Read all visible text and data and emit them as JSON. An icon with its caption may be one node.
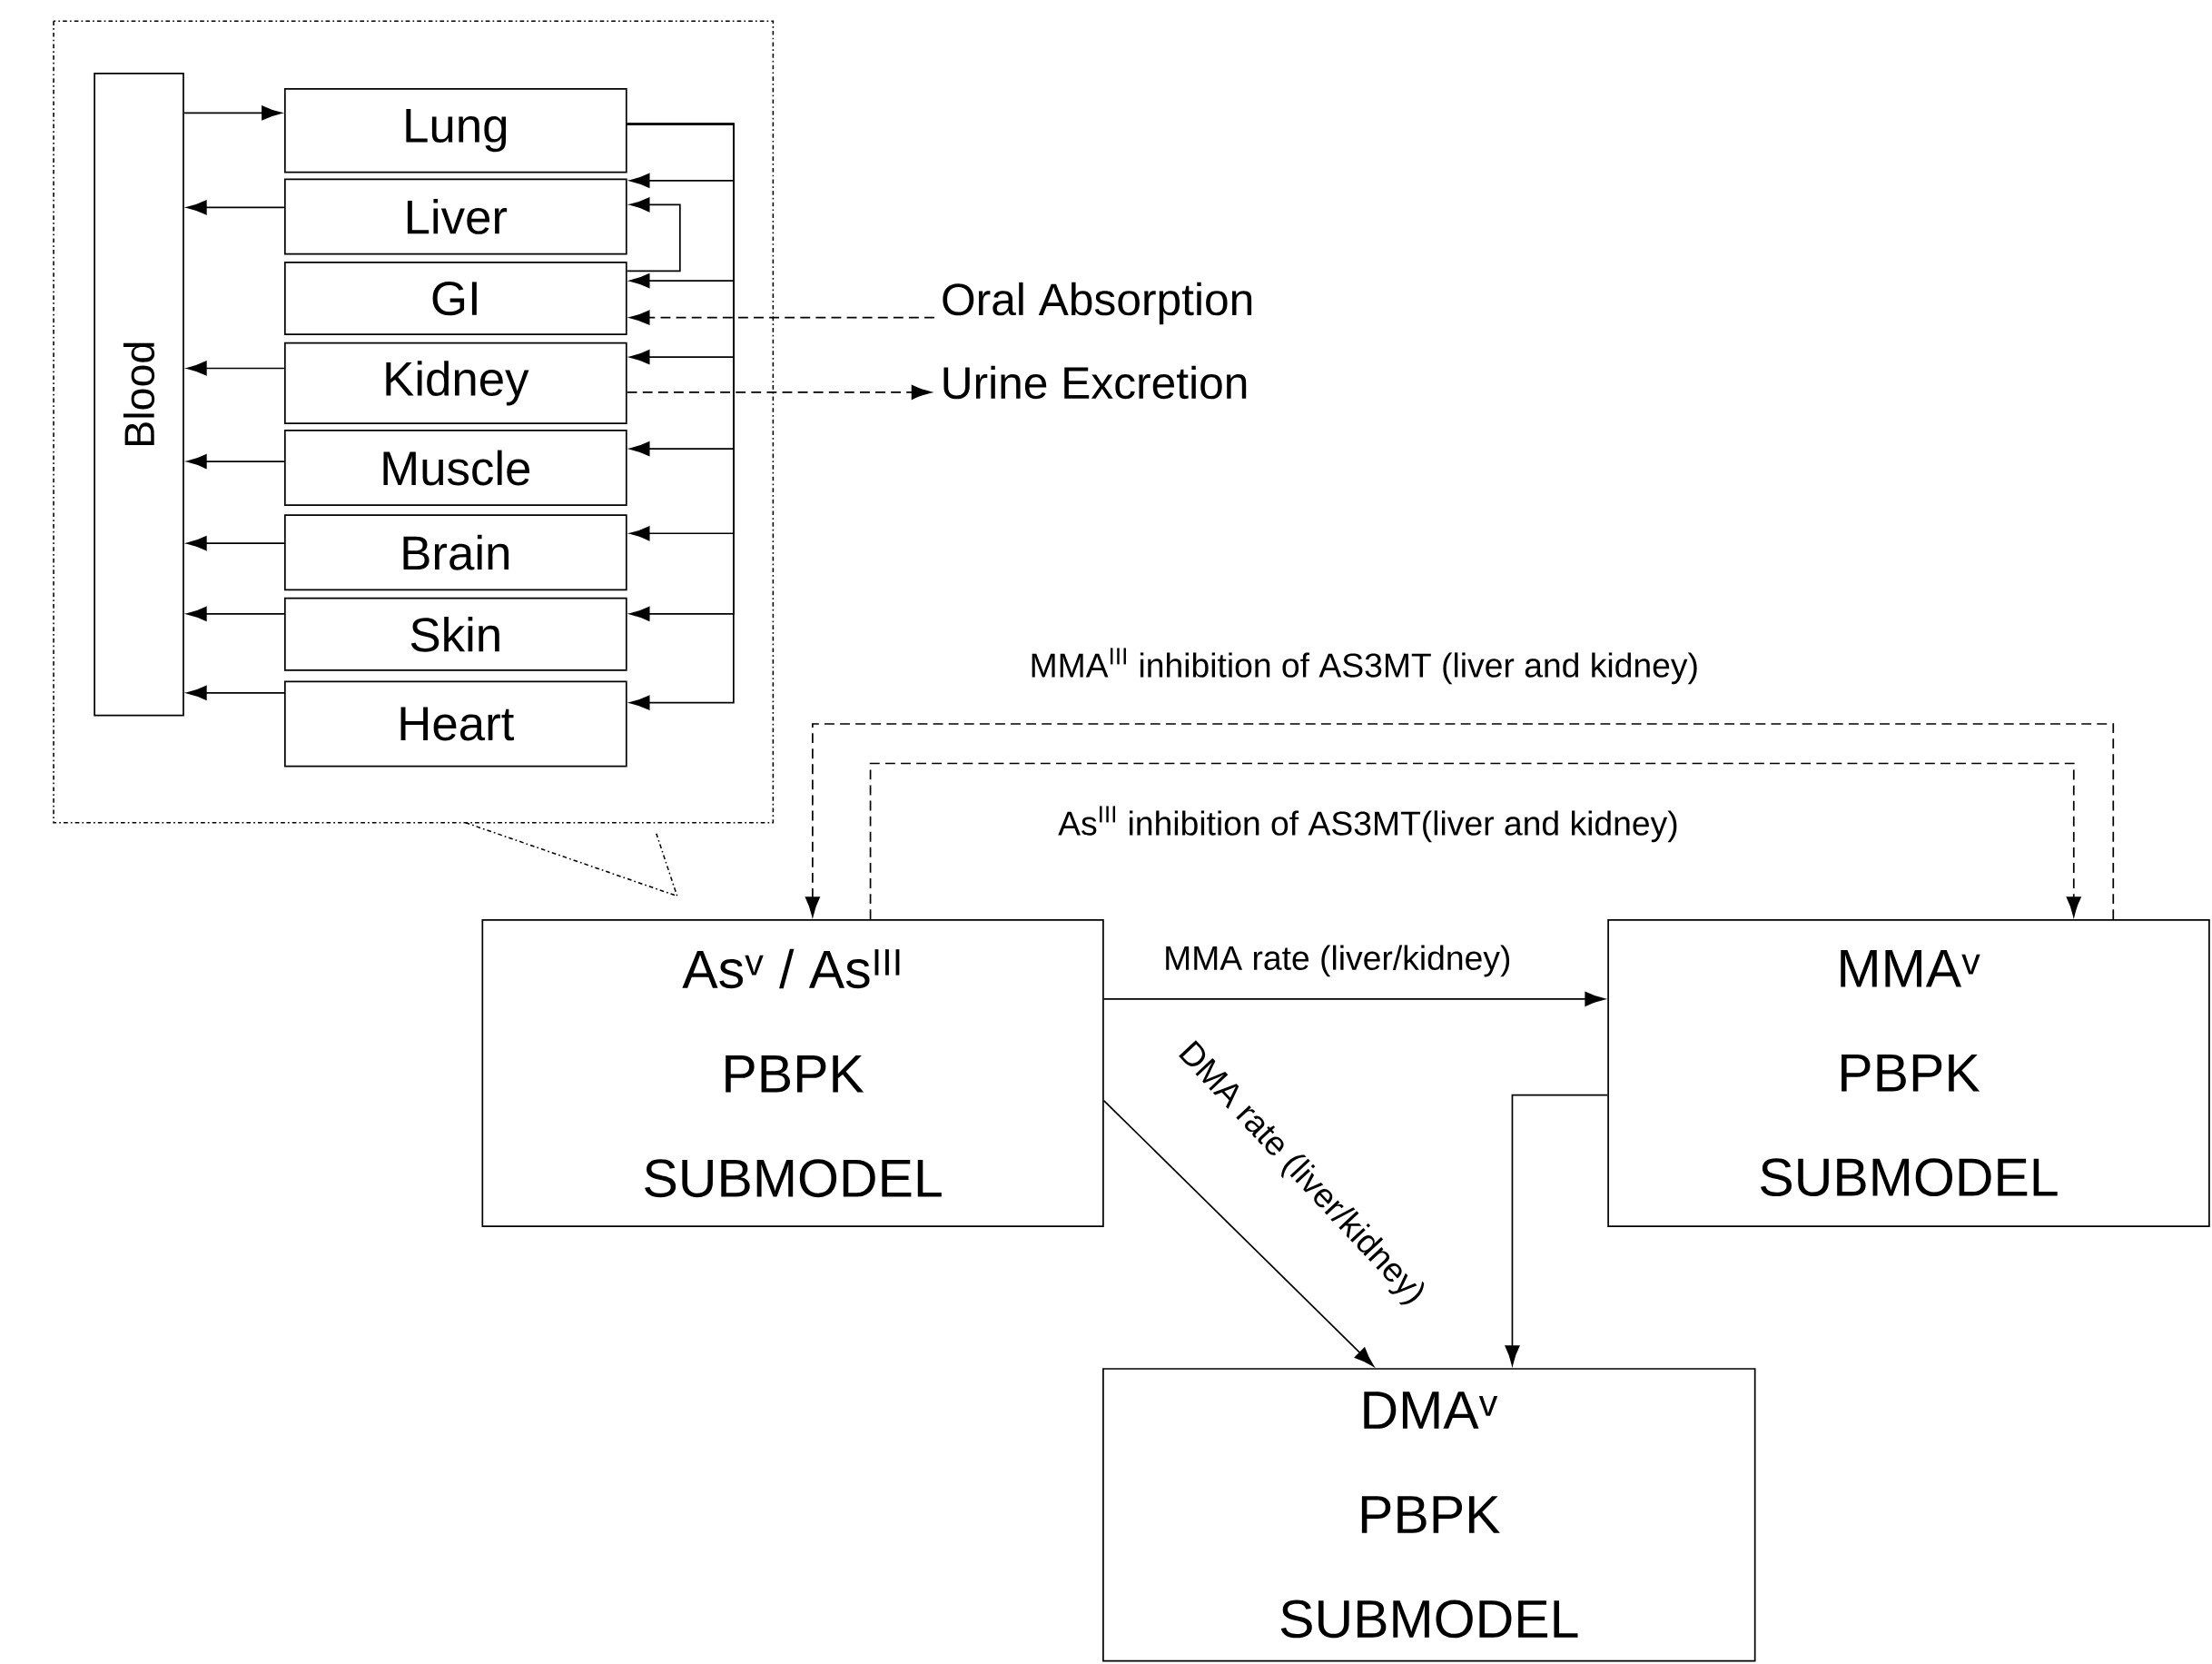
{
  "diagram": {
    "nodes": [
      {
        "text": [],
        "shape": "box"
      },
      {
        "text": [
          "Blood"
        ],
        "in": 0
      },
      {
        "text": [
          "Lung"
        ],
        "in": 0
      },
      {
        "text": [
          "Liver"
        ],
        "in": 0
      },
      {
        "text": [
          "GI"
        ],
        "in": 0
      },
      {
        "text": [
          "Kidney"
        ],
        "in": 0
      },
      {
        "text": [
          "Muscle"
        ],
        "in": 0
      },
      {
        "text": [
          "Brain"
        ],
        "in": 0
      },
      {
        "text": [
          "Skin"
        ],
        "in": 0
      },
      {
        "text": [
          "Heart"
        ],
        "in": 0
      },
      {
        "text": [
          "Oral Absorption"
        ]
      },
      {
        "text": [
          "Urine Excretion"
        ]
      },
      {
        "text": [
          "As$^{v}$ / As$^{III}$",
          "PBPK",
          "SUBMODEL"
        ]
      },
      {
        "text": [
          "MMA$^{v}$",
          "PBPK",
          "SUBMODEL"
        ]
      },
      {
        "text": [
          "DMA$^{v}$",
          "PBPK",
          "SUBMODEL"
        ]
      }
    ],
    "edges": [
      {
        "from": 1,
        "to": 2,
        "arrow": "to"
      },
      {
        "from": 3,
        "to": 1,
        "arrow": "to"
      },
      {
        "from": 5,
        "to": 1,
        "arrow": "to"
      },
      {
        "from": 6,
        "to": 1,
        "arrow": "to"
      },
      {
        "from": 7,
        "to": 1,
        "arrow": "to"
      },
      {
        "from": 8,
        "to": 1,
        "arrow": "to"
      },
      {
        "from": 9,
        "to": 1,
        "arrow": "to"
      },
      {
        "from": 2,
        "to": 3,
        "arrow": "to"
      },
      {
        "from": 2,
        "to": 4,
        "arrow": "to"
      },
      {
        "from": 2,
        "to": 5,
        "arrow": "to"
      },
      {
        "from": 2,
        "to": 6,
        "arrow": "to"
      },
      {
        "from": 2,
        "to": 7,
        "arrow": "to"
      },
      {
        "from": 2,
        "to": 8,
        "arrow": "to"
      },
      {
        "from": 2,
        "to": 9,
        "arrow": "to"
      },
      {
        "from": 4,
        "to": 3,
        "arrow": "to"
      },
      {
        "from": 10,
        "to": 4,
        "arrow": "to",
        "style": "dashed"
      },
      {
        "from": 5,
        "to": 11,
        "arrow": "to",
        "style": "dashed"
      },
      {
        "from": 12,
        "to": 13,
        "arrow": "to",
        "label": "MMA rate (liver/kidney)"
      },
      {
        "from": 12,
        "to": 14,
        "arrow": "to",
        "label": "DMA rate (liver/kidney)"
      },
      {
        "from": 13,
        "to": 14,
        "arrow": "to"
      },
      {
        "from": 13,
        "to": 12,
        "arrow": "to",
        "style": "dashed",
        "label": "MMA$^{III}$ inhibition of AS3MT (liver and kidney)"
      },
      {
        "from": 12,
        "to": 13,
        "arrow": "to",
        "style": "dashed",
        "label": "As$^{III}$ inhibition of AS3MT(liver and kidney)"
      }
    ]
  }
}
